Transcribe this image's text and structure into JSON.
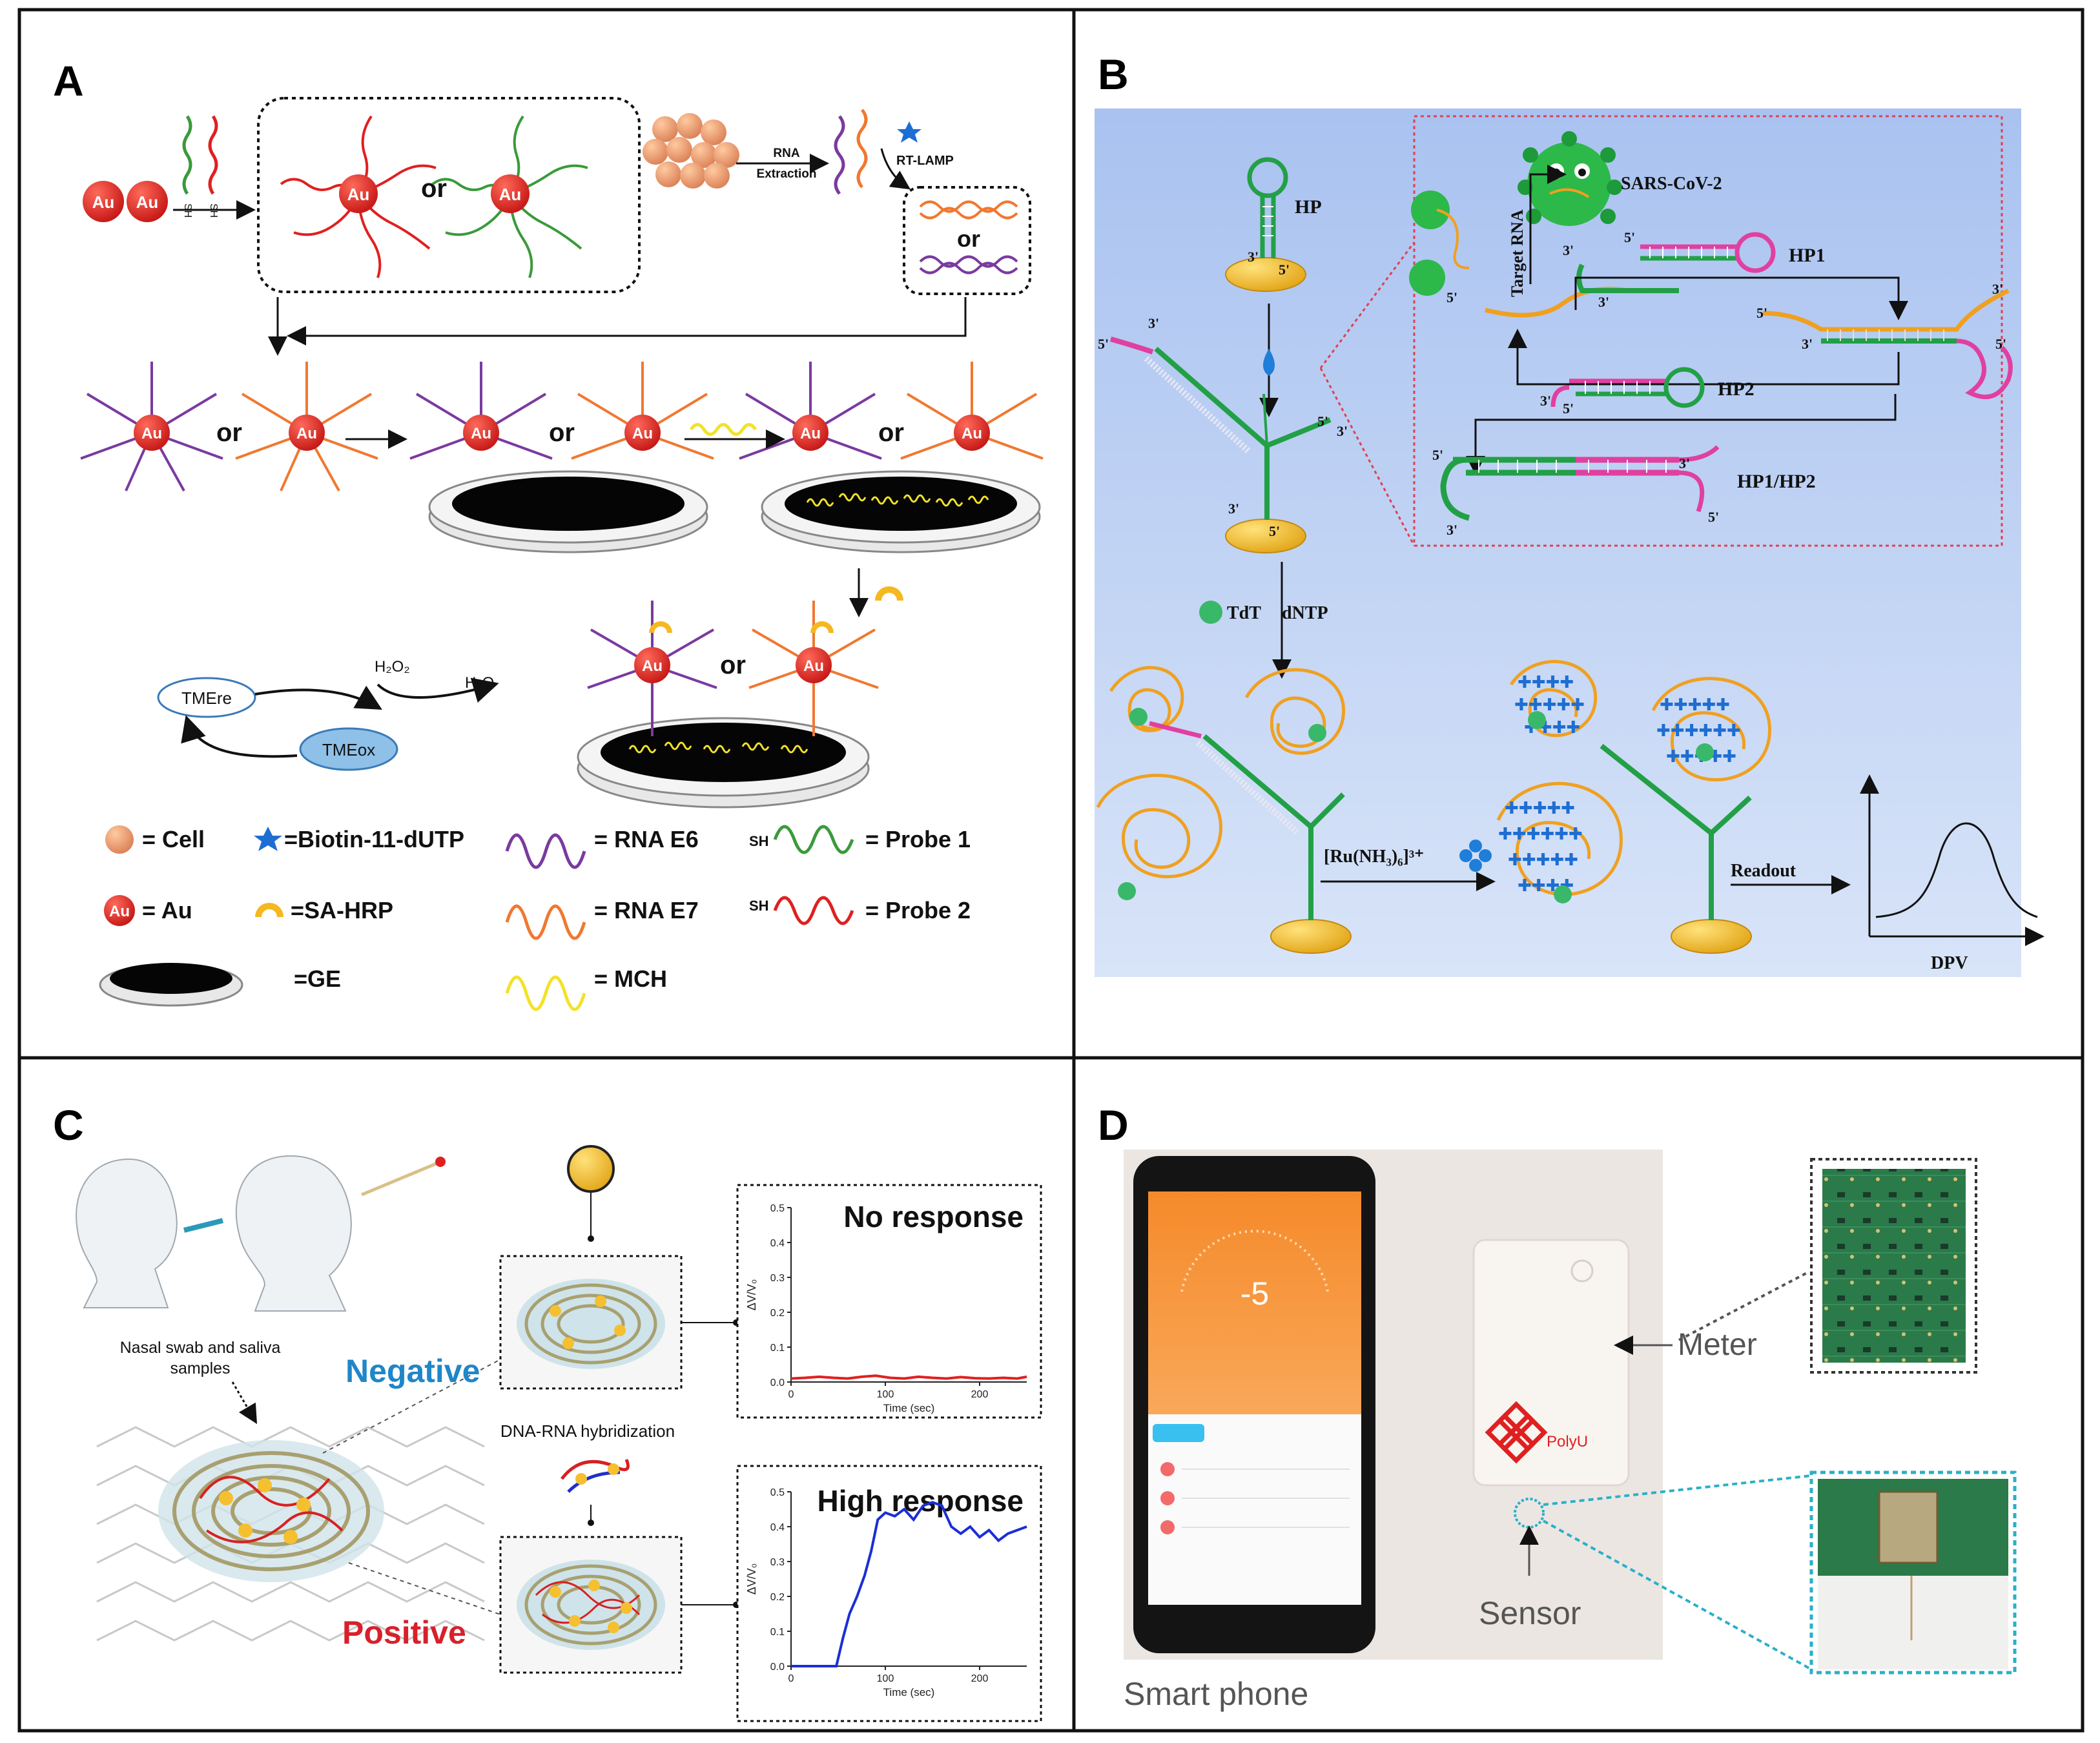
{
  "panels": {
    "A": {
      "letter": "A",
      "au": "Au",
      "sh": "SH",
      "or": "or",
      "rna_extraction": [
        "RNA",
        "Extraction"
      ],
      "rt_lamp": "RT-LAMP",
      "h2o2": "H₂O₂",
      "h2o": "H₂O",
      "tme_re": "TMEre",
      "tme_ox": "TMEox",
      "legend": {
        "cell": "= Cell",
        "biotin": "=Biotin-11-dUTP",
        "rna_e6": "= RNA E6",
        "probe1_prefix": "SH",
        "probe1": "= Probe 1",
        "au": "= Au",
        "sa_hrp": "=SA-HRP",
        "rna_e7": "= RNA E7",
        "probe2_prefix": "SH",
        "probe2": "= Probe 2",
        "ge": "=GE",
        "mch": "= MCH"
      },
      "colors": {
        "au_red": "#e0201e",
        "probe1": "#3a9a3a",
        "probe2": "#e02020",
        "rna_e6": "#7a3aa0",
        "rna_e7": "#f07830",
        "mch": "#f2e22a"
      }
    },
    "B": {
      "letter": "B",
      "hp": "HP",
      "sars": "SARS-CoV-2",
      "target_rna": "Target RNA",
      "hp1": "HP1",
      "hp2": "HP2",
      "hp1hp2": "HP1/HP2",
      "tdt": "TdT",
      "dntp": "dNTP",
      "ru_complex": "[Ru(NH₃)₆]³⁺",
      "readout": "Readout",
      "dpv": "DPV",
      "ends": {
        "three": "3'",
        "five": "5'"
      },
      "colors": {
        "bg": "#b8cdf2",
        "gold": "#f2c020",
        "green": "#22a046",
        "pink": "#e040a0",
        "orange": "#f0a020",
        "blue_ion": "#1e6ed2"
      }
    },
    "C": {
      "letter": "C",
      "samples": [
        "Nasal swab and saliva",
        "samples"
      ],
      "negative": "Negative",
      "positive": "Positive",
      "hybridization": "DNA-RNA hybridization",
      "colors": {
        "negative": "#1f86c8",
        "positive": "#d8202a"
      },
      "charts": [
        {
          "title": "No response",
          "ylabel": "ΔV/V₀",
          "xlabel": "Time (sec)"
        },
        {
          "title": "High response",
          "ylabel": "ΔV/V₀",
          "xlabel": "Time (sec)"
        }
      ]
    },
    "D": {
      "letter": "D",
      "screen_value": "-5",
      "meter": "Meter",
      "brand": "PolyU",
      "sensor": "Sensor",
      "smartphone": "Smart phone"
    }
  },
  "chart_data": [
    {
      "type": "line",
      "title": "No response",
      "xlabel": "Time (sec)",
      "ylabel": "ΔV/V₀",
      "xlim": [
        0,
        250
      ],
      "ylim": [
        0,
        0.5
      ],
      "xticks": [
        "0",
        "100",
        "200"
      ],
      "yticks": [
        "0.0",
        "0.1",
        "0.2",
        "0.3",
        "0.4",
        "0.5"
      ],
      "series": [
        {
          "color": "#e02020",
          "x": [
            0,
            15,
            30,
            45,
            60,
            75,
            90,
            105,
            120,
            135,
            150,
            165,
            180,
            195,
            210,
            225,
            240,
            250
          ],
          "y": [
            0.01,
            0.012,
            0.015,
            0.012,
            0.01,
            0.015,
            0.018,
            0.012,
            0.01,
            0.015,
            0.012,
            0.01,
            0.014,
            0.011,
            0.01,
            0.012,
            0.01,
            0.015
          ]
        }
      ]
    },
    {
      "type": "line",
      "title": "High response",
      "xlabel": "Time (sec)",
      "ylabel": "ΔV/V₀",
      "xlim": [
        0,
        250
      ],
      "ylim": [
        0,
        0.5
      ],
      "xticks": [
        "0",
        "100",
        "200"
      ],
      "yticks": [
        "0.0",
        "0.1",
        "0.2",
        "0.3",
        "0.4",
        "0.5"
      ],
      "series": [
        {
          "color": "#1a2ed8",
          "x": [
            0,
            40,
            48,
            55,
            62,
            70,
            78,
            85,
            92,
            100,
            110,
            120,
            130,
            140,
            150,
            160,
            170,
            180,
            190,
            200,
            210,
            220,
            230,
            240,
            250
          ],
          "y": [
            0.0,
            0.0,
            0.0,
            0.08,
            0.15,
            0.2,
            0.26,
            0.33,
            0.42,
            0.44,
            0.43,
            0.45,
            0.42,
            0.46,
            0.47,
            0.46,
            0.4,
            0.38,
            0.4,
            0.37,
            0.39,
            0.36,
            0.38,
            0.39,
            0.4
          ]
        }
      ]
    }
  ]
}
